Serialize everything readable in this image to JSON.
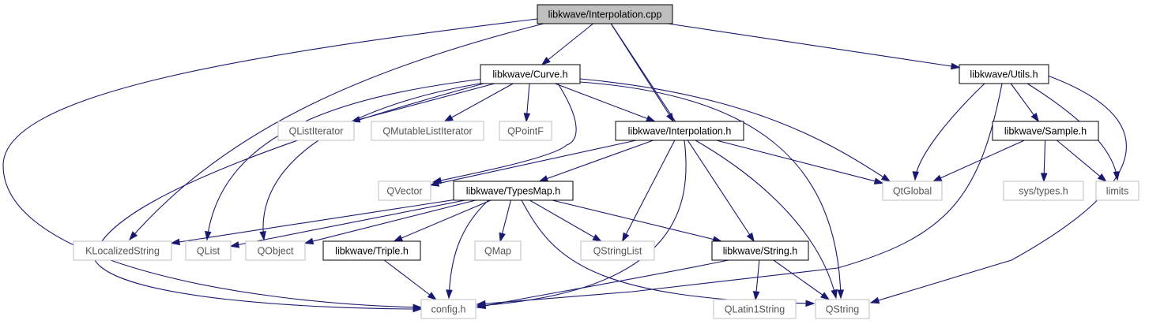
{
  "graph": {
    "colors": {
      "edge": "#191970",
      "focus_fill": "#bfbfbf",
      "internal_border": "#000000",
      "external_border": "#bfbfbf"
    },
    "nodes": [
      {
        "id": "interp_cpp",
        "label": "libkwave/Interpolation.cpp",
        "kind": "focus"
      },
      {
        "id": "curve_h",
        "label": "libkwave/Curve.h",
        "kind": "internal"
      },
      {
        "id": "utils_h",
        "label": "libkwave/Utils.h",
        "kind": "internal"
      },
      {
        "id": "qlistiterator",
        "label": "QListIterator",
        "kind": "external"
      },
      {
        "id": "qmutablelistiterator",
        "label": "QMutableListIterator",
        "kind": "external"
      },
      {
        "id": "qpointf",
        "label": "QPointF",
        "kind": "external"
      },
      {
        "id": "interp_h",
        "label": "libkwave/Interpolation.h",
        "kind": "internal"
      },
      {
        "id": "sample_h",
        "label": "libkwave/Sample.h",
        "kind": "internal"
      },
      {
        "id": "qvector",
        "label": "QVector",
        "kind": "external"
      },
      {
        "id": "typesmap_h",
        "label": "libkwave/TypesMap.h",
        "kind": "internal"
      },
      {
        "id": "qtglobal",
        "label": "QtGlobal",
        "kind": "external"
      },
      {
        "id": "systypes",
        "label": "sys/types.h",
        "kind": "external"
      },
      {
        "id": "limits",
        "label": "limits",
        "kind": "external"
      },
      {
        "id": "klocalizedstring",
        "label": "KLocalizedString",
        "kind": "external"
      },
      {
        "id": "qlist",
        "label": "QList",
        "kind": "external"
      },
      {
        "id": "qobject",
        "label": "QObject",
        "kind": "external"
      },
      {
        "id": "triple_h",
        "label": "libkwave/Triple.h",
        "kind": "internal"
      },
      {
        "id": "qmap",
        "label": "QMap",
        "kind": "external"
      },
      {
        "id": "qstringlist",
        "label": "QStringList",
        "kind": "external"
      },
      {
        "id": "string_h",
        "label": "libkwave/String.h",
        "kind": "internal"
      },
      {
        "id": "config_h",
        "label": "config.h",
        "kind": "external"
      },
      {
        "id": "qlatin1string",
        "label": "QLatin1String",
        "kind": "external"
      },
      {
        "id": "qstring",
        "label": "QString",
        "kind": "external"
      }
    ],
    "edges": [
      {
        "from": "interp_cpp",
        "to": "curve_h"
      },
      {
        "from": "interp_cpp",
        "to": "interp_h"
      },
      {
        "from": "interp_cpp",
        "to": "utils_h"
      },
      {
        "from": "interp_cpp",
        "to": "string_h"
      },
      {
        "from": "interp_cpp",
        "to": "klocalizedstring"
      },
      {
        "from": "interp_cpp",
        "to": "config_h"
      },
      {
        "from": "curve_h",
        "to": "qlistiterator"
      },
      {
        "from": "curve_h",
        "to": "qmutablelistiterator"
      },
      {
        "from": "curve_h",
        "to": "qpointf"
      },
      {
        "from": "curve_h",
        "to": "interp_h"
      },
      {
        "from": "curve_h",
        "to": "qvector"
      },
      {
        "from": "curve_h",
        "to": "qtglobal"
      },
      {
        "from": "curve_h",
        "to": "qstring"
      },
      {
        "from": "curve_h",
        "to": "qlist"
      },
      {
        "from": "curve_h",
        "to": "qobject"
      },
      {
        "from": "curve_h",
        "to": "config_h"
      },
      {
        "from": "interp_h",
        "to": "qvector"
      },
      {
        "from": "interp_h",
        "to": "typesmap_h"
      },
      {
        "from": "interp_h",
        "to": "qstringlist"
      },
      {
        "from": "interp_h",
        "to": "qtglobal"
      },
      {
        "from": "interp_h",
        "to": "qstring"
      },
      {
        "from": "interp_h",
        "to": "config_h"
      },
      {
        "from": "utils_h",
        "to": "sample_h"
      },
      {
        "from": "utils_h",
        "to": "qtglobal"
      },
      {
        "from": "utils_h",
        "to": "limits"
      },
      {
        "from": "utils_h",
        "to": "config_h"
      },
      {
        "from": "utils_h",
        "to": "qstring"
      },
      {
        "from": "sample_h",
        "to": "qtglobal"
      },
      {
        "from": "sample_h",
        "to": "systypes"
      },
      {
        "from": "sample_h",
        "to": "limits"
      },
      {
        "from": "typesmap_h",
        "to": "klocalizedstring"
      },
      {
        "from": "typesmap_h",
        "to": "qlist"
      },
      {
        "from": "typesmap_h",
        "to": "qobject"
      },
      {
        "from": "typesmap_h",
        "to": "triple_h"
      },
      {
        "from": "typesmap_h",
        "to": "qmap"
      },
      {
        "from": "typesmap_h",
        "to": "qstringlist"
      },
      {
        "from": "typesmap_h",
        "to": "string_h"
      },
      {
        "from": "typesmap_h",
        "to": "config_h"
      },
      {
        "from": "typesmap_h",
        "to": "qstring"
      },
      {
        "from": "triple_h",
        "to": "config_h"
      },
      {
        "from": "string_h",
        "to": "config_h"
      },
      {
        "from": "string_h",
        "to": "qlatin1string"
      },
      {
        "from": "string_h",
        "to": "qstring"
      }
    ]
  }
}
